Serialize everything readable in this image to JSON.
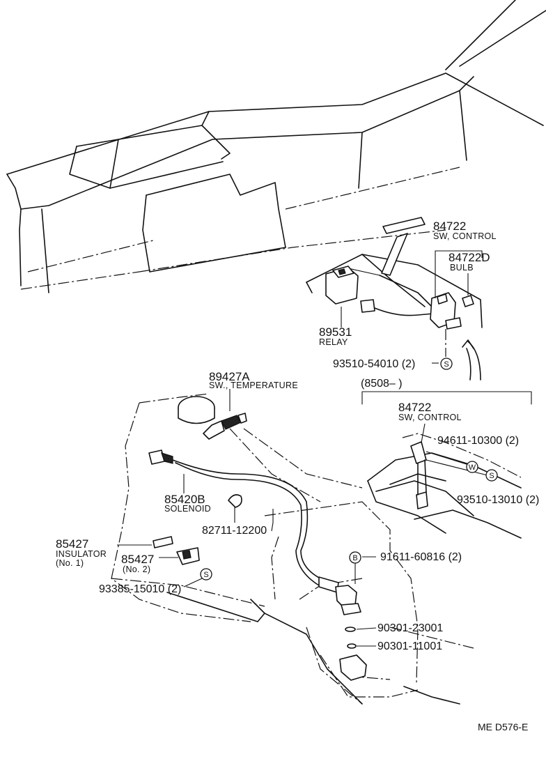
{
  "diagram_code": "ME  D576-E",
  "model_range": "(8508–       )",
  "callouts": {
    "part_89531": {
      "number": "89531",
      "name": "RELAY"
    },
    "part_84722_top": {
      "number": "84722",
      "name": "SW, CONTROL"
    },
    "part_84722d": {
      "number": "84722D",
      "name": "BULB"
    },
    "part_93510_54010": {
      "number": "93510-54010 (2)",
      "symbol": "S"
    },
    "part_84722_lower": {
      "number": "84722",
      "name": "SW, CONTROL"
    },
    "part_94611_10300": {
      "number": "94611-10300 (2)",
      "symbol": "W"
    },
    "part_93510_13010": {
      "number": "93510-13010 (2)",
      "symbol": "S"
    },
    "part_89427a": {
      "number": "89427A",
      "name": "SW., TEMPERATURE"
    },
    "part_85420b": {
      "number": "85420B",
      "name": "SOLENOID"
    },
    "part_82711_12200": {
      "number": "82711-12200"
    },
    "part_85427_no1": {
      "number": "85427",
      "name": "INSULATOR",
      "qualifier": "(No. 1)"
    },
    "part_85427_no2": {
      "number": "85427",
      "qualifier": "(No. 2)"
    },
    "part_93385_15010": {
      "number": "93385-15010 (2)",
      "symbol": "S"
    },
    "part_91611_60816": {
      "number": "91611-60816 (2)",
      "symbol": "B"
    },
    "part_90301_23001": {
      "number": "90301-23001"
    },
    "part_90301_11001": {
      "number": "90301-11001"
    }
  }
}
